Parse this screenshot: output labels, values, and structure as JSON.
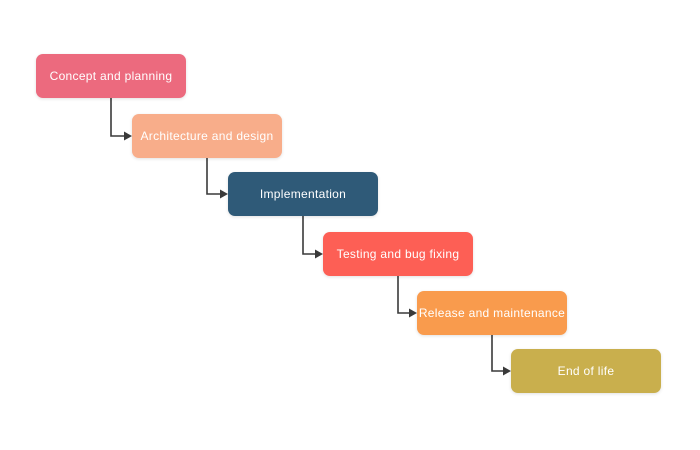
{
  "diagram": {
    "background_color": "#ffffff",
    "connector_color": "#3a3a3a",
    "label_text_color": "#ffffff",
    "stages": [
      {
        "label": "Concept and planning",
        "color": "#ec6a7e"
      },
      {
        "label": "Architecture and design",
        "color": "#f8ad8a"
      },
      {
        "label": "Implementation",
        "color": "#2f5a78"
      },
      {
        "label": "Testing and bug fixing",
        "color": "#fd5f55"
      },
      {
        "label": "Release and maintenance",
        "color": "#f99b4d"
      },
      {
        "label": "End of life",
        "color": "#c9af4d"
      }
    ]
  }
}
